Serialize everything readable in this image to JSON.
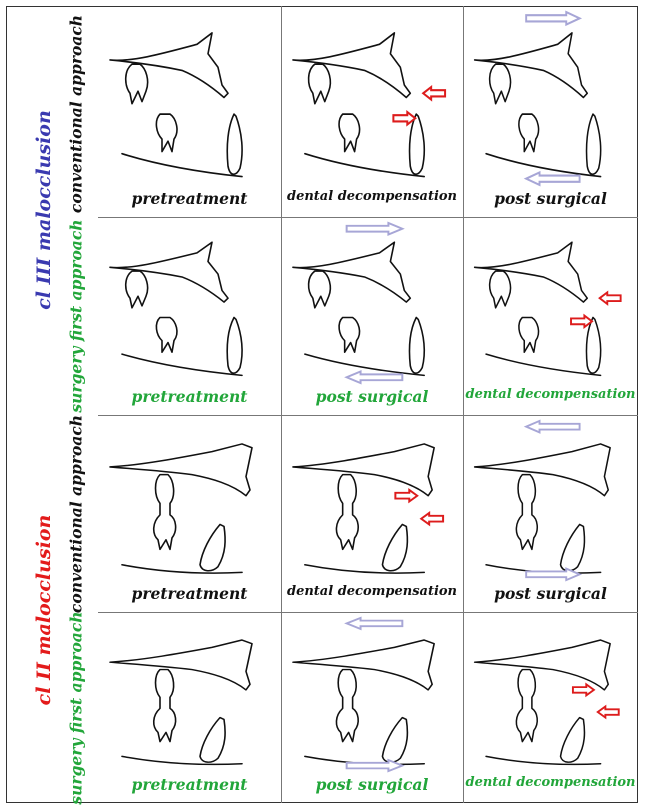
{
  "colors": {
    "blue_label": "#3a3ab0",
    "red_label": "#e31b1b",
    "green": "#22a63a",
    "black": "#111111",
    "red_arrow": "#dd1c1c",
    "lavender_arrow": "#a7a6d6",
    "tooth_stroke": "#111111"
  },
  "groups": [
    {
      "label": "cl III malocclusion",
      "color_key": "blue_label"
    },
    {
      "label": "cl II malocclusion",
      "color_key": "red_label"
    }
  ],
  "rows": [
    {
      "approach": "conventional approach",
      "approach_color": "black",
      "group": 0,
      "cells": [
        {
          "caption": "pretreatment",
          "caption_color": "black",
          "skeleton": "class3",
          "arrows": []
        },
        {
          "caption": "dental decompensation",
          "caption_color": "black",
          "skeleton": "class3",
          "arrows": [
            "red-left-upper",
            "red-right-lower"
          ]
        },
        {
          "caption": "post surgical",
          "caption_color": "black",
          "skeleton": "class3",
          "arrows": [
            "lavender-right-top",
            "lavender-left-bottom"
          ]
        }
      ]
    },
    {
      "approach": "surgery first approach",
      "approach_color": "green",
      "group": 0,
      "cells": [
        {
          "caption": "pretreatment",
          "caption_color": "green",
          "skeleton": "class3",
          "arrows": []
        },
        {
          "caption": "post surgical",
          "caption_color": "green",
          "skeleton": "class3",
          "arrows": [
            "lavender-right-top",
            "lavender-left-bottom"
          ]
        },
        {
          "caption": "dental decompensation",
          "caption_color": "green",
          "skeleton": "class3",
          "arrows": [
            "red-left-upper",
            "red-right-lower"
          ]
        }
      ]
    },
    {
      "approach": "conventional approach",
      "approach_color": "black",
      "group": 1,
      "cells": [
        {
          "caption": "pretreatment",
          "caption_color": "black",
          "skeleton": "class2",
          "arrows": []
        },
        {
          "caption": "dental decompensation",
          "caption_color": "black",
          "skeleton": "class2",
          "arrows": [
            "red-right-upper",
            "red-left-lower"
          ]
        },
        {
          "caption": "post surgical",
          "caption_color": "black",
          "skeleton": "class2",
          "arrows": [
            "lavender-left-top",
            "lavender-right-bottom"
          ]
        }
      ]
    },
    {
      "approach": "surgery first approach",
      "approach_color": "green",
      "group": 1,
      "cells": [
        {
          "caption": "pretreatment",
          "caption_color": "green",
          "skeleton": "class2",
          "arrows": []
        },
        {
          "caption": "post surgical",
          "caption_color": "green",
          "skeleton": "class2",
          "arrows": [
            "lavender-left-top",
            "lavender-right-bottom"
          ]
        },
        {
          "caption": "dental decompensation",
          "caption_color": "green",
          "skeleton": "class2",
          "arrows": [
            "red-right-upper",
            "red-left-lower"
          ]
        }
      ]
    }
  ]
}
